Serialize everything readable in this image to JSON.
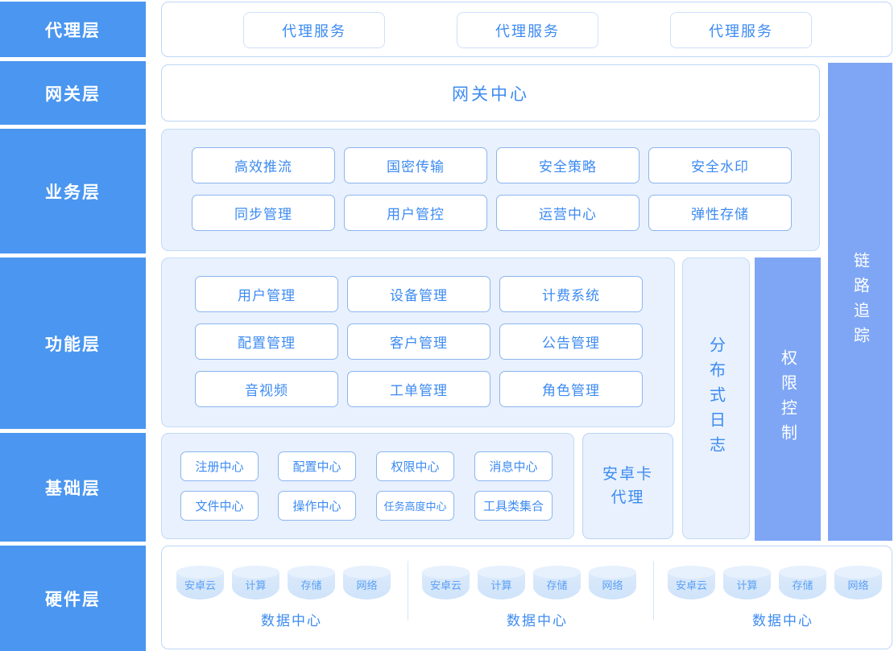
{
  "theme": {
    "band_blue": "#4a96f0",
    "accent_text": "#3d8bf2",
    "solid_column": "#7ea6f5",
    "group_fill": "#e8f1fd",
    "card_border": "#8db6f0"
  },
  "layers": [
    {
      "id": "agent",
      "label": "代理层"
    },
    {
      "id": "gateway",
      "label": "网关层"
    },
    {
      "id": "business",
      "label": "业务层"
    },
    {
      "id": "function",
      "label": "功能层"
    },
    {
      "id": "basic",
      "label": "基础层"
    },
    {
      "id": "hardware",
      "label": "硬件层"
    }
  ],
  "agent_layer": {
    "services": [
      "代理服务",
      "代理服务",
      "代理服务"
    ]
  },
  "gateway_layer": {
    "center": "网关中心"
  },
  "business_layer": {
    "row1": [
      "高效推流",
      "国密传输",
      "安全策略",
      "安全水印"
    ],
    "row2": [
      "同步管理",
      "用户管控",
      "运营中心",
      "弹性存储"
    ]
  },
  "function_layer": {
    "row1": [
      "用户管理",
      "设备管理",
      "计费系统"
    ],
    "row2": [
      "配置管理",
      "客户管理",
      "公告管理"
    ],
    "row3": [
      "音视频",
      "工单管理",
      "角色管理"
    ]
  },
  "basic_layer": {
    "row1": [
      "注册中心",
      "配置中心",
      "权限中心",
      "消息中心"
    ],
    "row2": [
      "文件中心",
      "操作中心",
      "任务高度中心",
      "工具类集合"
    ],
    "android_agent_line1": "安卓卡",
    "android_agent_line2": "代理"
  },
  "side_columns": {
    "distributed_log": "分布式日志",
    "permission_control": "权限控制",
    "link_tracing": "链路追踪"
  },
  "hardware_layer": {
    "data_centers": [
      {
        "label": "数据中心",
        "nodes": [
          "安卓云",
          "计算",
          "存储",
          "网络"
        ]
      },
      {
        "label": "数据中心",
        "nodes": [
          "安卓云",
          "计算",
          "存储",
          "网络"
        ]
      },
      {
        "label": "数据中心",
        "nodes": [
          "安卓云",
          "计算",
          "存储",
          "网络"
        ]
      }
    ]
  }
}
